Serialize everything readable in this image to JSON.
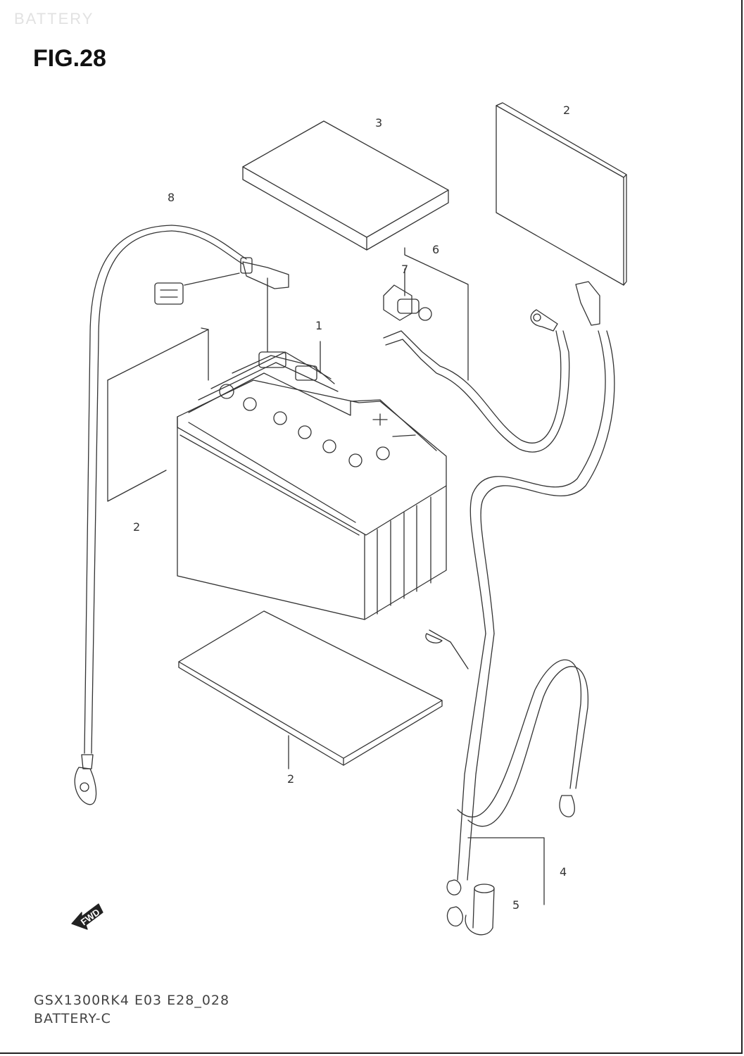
{
  "page": {
    "header_ghost": "BATTERY",
    "figure_title": "FIG.28",
    "footer_code": "GSX1300RK4 E03 E28_028",
    "footer_name": "BATTERY-C"
  },
  "callouts": {
    "battery": "1",
    "pad_top_right": "2",
    "pad_left": "2",
    "pad_bottom": "2",
    "plate_top": "3",
    "cable_assy": "4",
    "boot": "5",
    "terminal_group": "6",
    "terminal_cover": "7",
    "lead_wire": "8"
  },
  "fwd_label": "FWD",
  "colors": {
    "line": "#333333",
    "background": "#ffffff"
  }
}
